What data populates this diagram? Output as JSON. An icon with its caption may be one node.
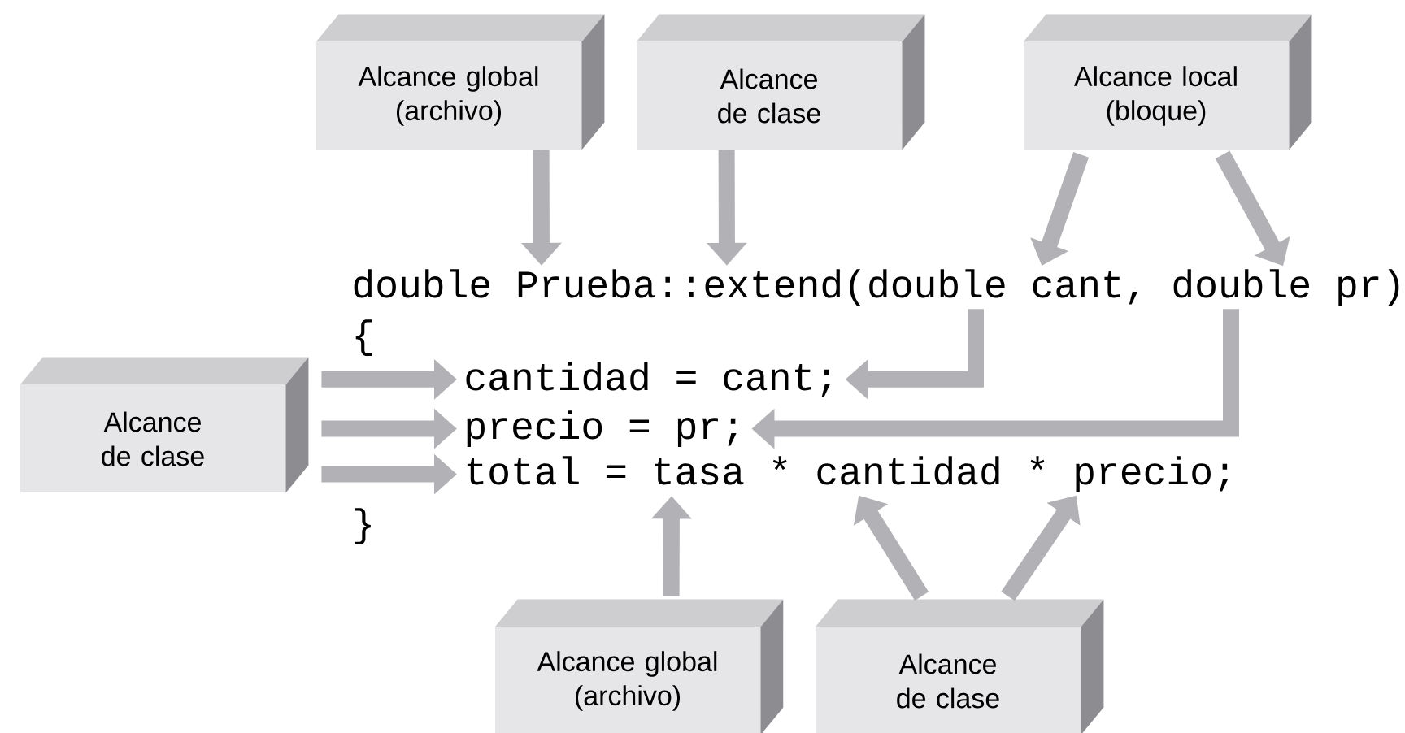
{
  "diagram": {
    "nodes": [
      {
        "text": [
          "Alcance global (archivo)"
        ]
      },
      {
        "text": [
          "Alcance de clase"
        ]
      },
      {
        "text": [
          "Alcance local (bloque)"
        ]
      },
      {
        "text": [
          "double Prueba::extend(double cant, double pr)"
        ]
      },
      {
        "text": [
          "cantidad = cant;"
        ]
      },
      {
        "text": [
          "precio = pr;"
        ]
      },
      {
        "text": [
          "total = tasa * cantidad * precio;"
        ]
      },
      {
        "text": [
          "Alcance de clase"
        ]
      },
      {
        "text": [
          "Alcance global (archivo)"
        ]
      },
      {
        "text": [
          "Alcance de clase"
        ]
      }
    ],
    "edges": [
      {
        "from": 0,
        "to": 3,
        "arrow": "to"
      },
      {
        "from": 1,
        "to": 3,
        "arrow": "to"
      },
      {
        "from": 2,
        "to": 3,
        "arrow": "to"
      },
      {
        "from": 2,
        "to": 3,
        "arrow": "to"
      },
      {
        "from": 3,
        "to": 4,
        "arrow": "to"
      },
      {
        "from": 3,
        "to": 5,
        "arrow": "to"
      },
      {
        "from": 7,
        "to": 4,
        "arrow": "to"
      },
      {
        "from": 7,
        "to": 5,
        "arrow": "to"
      },
      {
        "from": 7,
        "to": 6,
        "arrow": "to"
      },
      {
        "from": 8,
        "to": 6,
        "arrow": "to"
      },
      {
        "from": 9,
        "to": 6,
        "arrow": "to"
      },
      {
        "from": 9,
        "to": 6,
        "arrow": "to"
      }
    ],
    "labels": [
      "{",
      "}"
    ]
  }
}
